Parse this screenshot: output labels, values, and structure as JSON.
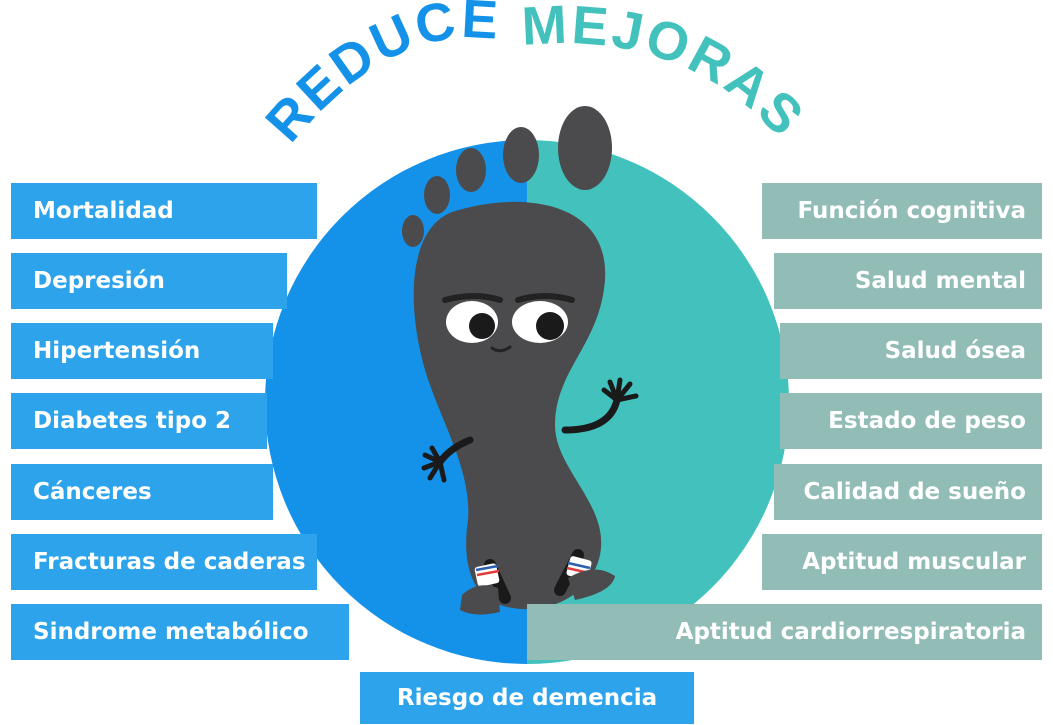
{
  "headings": {
    "reduce": "REDUCE",
    "improves": "MEJORAS"
  },
  "reduces": [
    "Mortalidad",
    "Depresión",
    "Hipertensión",
    "Diabetes tipo 2",
    "Cánceres",
    "Fracturas de caderas",
    "Sindrome metabólico"
  ],
  "improves": [
    "Función cognitiva",
    "Salud mental",
    "Salud ósea",
    "Estado de peso",
    "Calidad de sueño",
    "Aptitud muscular",
    "Aptitud cardiorrespiratoria"
  ],
  "bottom_label": "Riesgo de demencia",
  "colors": {
    "left_circle": "#1492ea",
    "right_circle": "#43c2bd",
    "left_bar": "#2da3ec",
    "right_bar": "#92bdb6",
    "foot": "#4b4b4d"
  }
}
